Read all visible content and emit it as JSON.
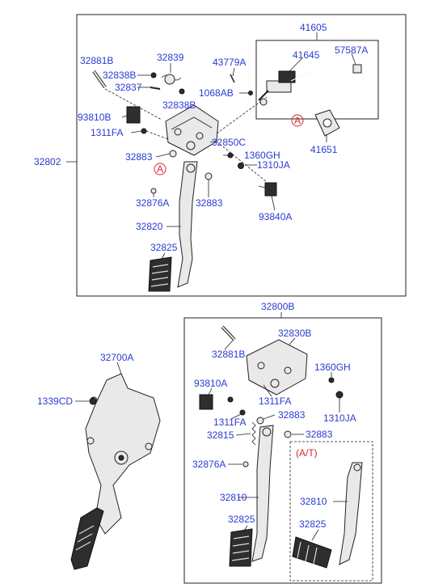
{
  "labels": {
    "l41605": "41605",
    "l32881b_top": "32881B",
    "l32839": "32839",
    "l43779a": "43779A",
    "l41645": "41645",
    "l57587a": "57587A",
    "l32838b_a": "32838B",
    "l32837": "32837",
    "l1068ab": "1068AB",
    "l32838b_b": "32838B",
    "l93810b": "93810B",
    "l1311fa_top": "1311FA",
    "l32850c": "32850C",
    "l41651": "41651",
    "l32802": "32802",
    "l32883_a": "32883",
    "l1360gh_top": "1360GH",
    "l1310ja_top": "1310JA",
    "l32876a_top": "32876A",
    "l32883_b": "32883",
    "l93840a": "93840A",
    "l32820": "32820",
    "l32825_top": "32825",
    "l32800b": "32800B",
    "l32700a": "32700A",
    "l32830b": "32830B",
    "l32881b_bot": "32881B",
    "l1360gh_bot": "1360GH",
    "l1339cd": "1339CD",
    "l93810a": "93810A",
    "l1311fa_bot": "1311FA",
    "l1311fa_bot2": "1311FA",
    "l32883_c": "32883",
    "l1310ja_bot": "1310JA",
    "l32815": "32815",
    "l32883_d": "32883",
    "l32876a_bot": "32876A",
    "at_label": "(A/T)",
    "l32810_a": "32810",
    "l32810_b": "32810",
    "l32825_a": "32825",
    "l32825_b": "32825"
  },
  "markers": {
    "ref_a_1": "A",
    "ref_a_2": "A"
  },
  "colors": {
    "label": "#2a3bd1",
    "marker": "#d8262b",
    "line": "#222222"
  }
}
